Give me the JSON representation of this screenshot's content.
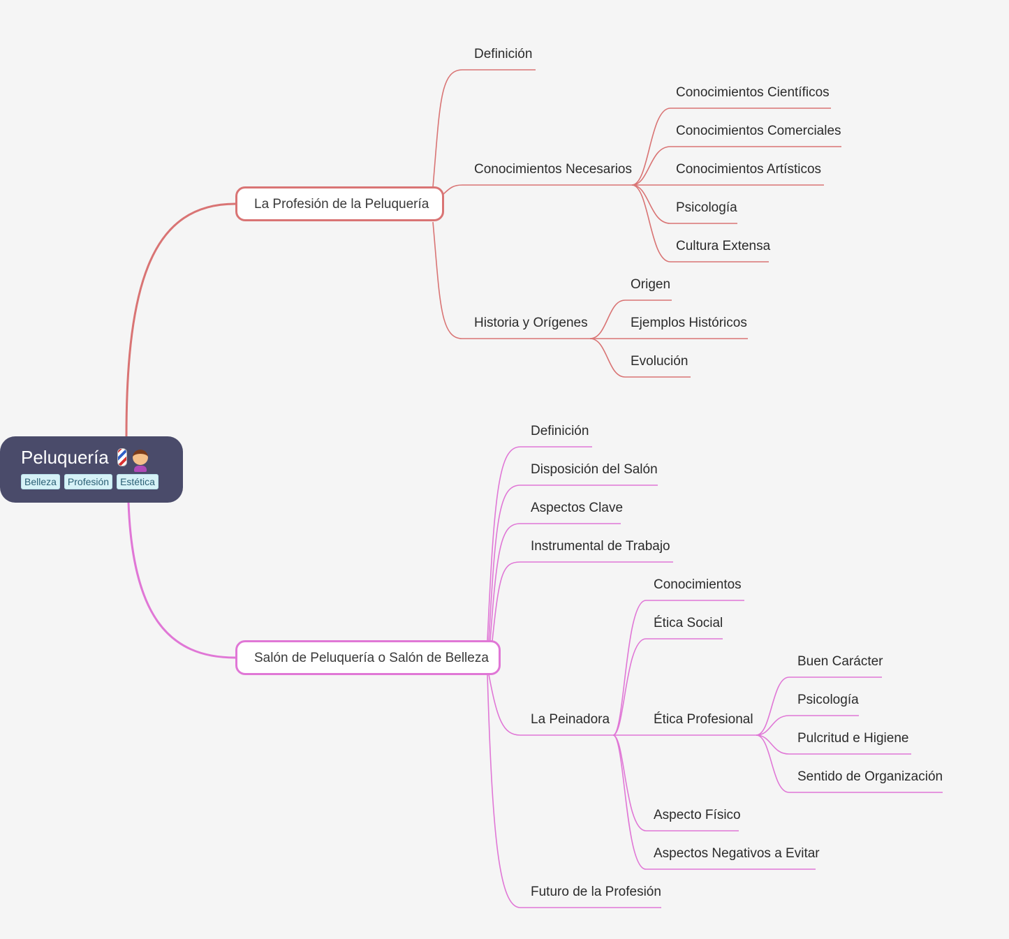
{
  "root": {
    "title": "Peluquería",
    "icons": [
      "barber-pole-icon",
      "woman-getting-haircut-icon"
    ],
    "tags": [
      "Belleza",
      "Profesión",
      "Estética"
    ]
  },
  "branches": [
    {
      "label": "La Profesión de la Peluquería",
      "color": "#d97474",
      "children": [
        {
          "label": "Definición"
        },
        {
          "label": "Conocimientos Necesarios",
          "children": [
            "Conocimientos Científicos",
            "Conocimientos Comerciales",
            "Conocimientos Artísticos",
            "Psicología",
            "Cultura Extensa"
          ]
        },
        {
          "label": "Historia y Orígenes",
          "children": [
            "Origen",
            "Ejemplos Históricos",
            "Evolución"
          ]
        }
      ]
    },
    {
      "label": "Salón de Peluquería o Salón de Belleza",
      "color": "#e077d6",
      "children": [
        {
          "label": "Definición"
        },
        {
          "label": "Disposición del Salón"
        },
        {
          "label": "Aspectos Clave"
        },
        {
          "label": "Instrumental de Trabajo"
        },
        {
          "label": "La Peinadora",
          "children": [
            {
              "label": "Conocimientos"
            },
            {
              "label": "Ética Social"
            },
            {
              "label": "Ética Profesional",
              "children": [
                "Buen Carácter",
                "Psicología",
                "Pulcritud e Higiene",
                "Sentido de Organización"
              ]
            },
            {
              "label": "Aspecto Físico"
            },
            {
              "label": "Aspectos Negativos a Evitar"
            }
          ]
        },
        {
          "label": "Futuro de la Profesión"
        }
      ]
    }
  ]
}
